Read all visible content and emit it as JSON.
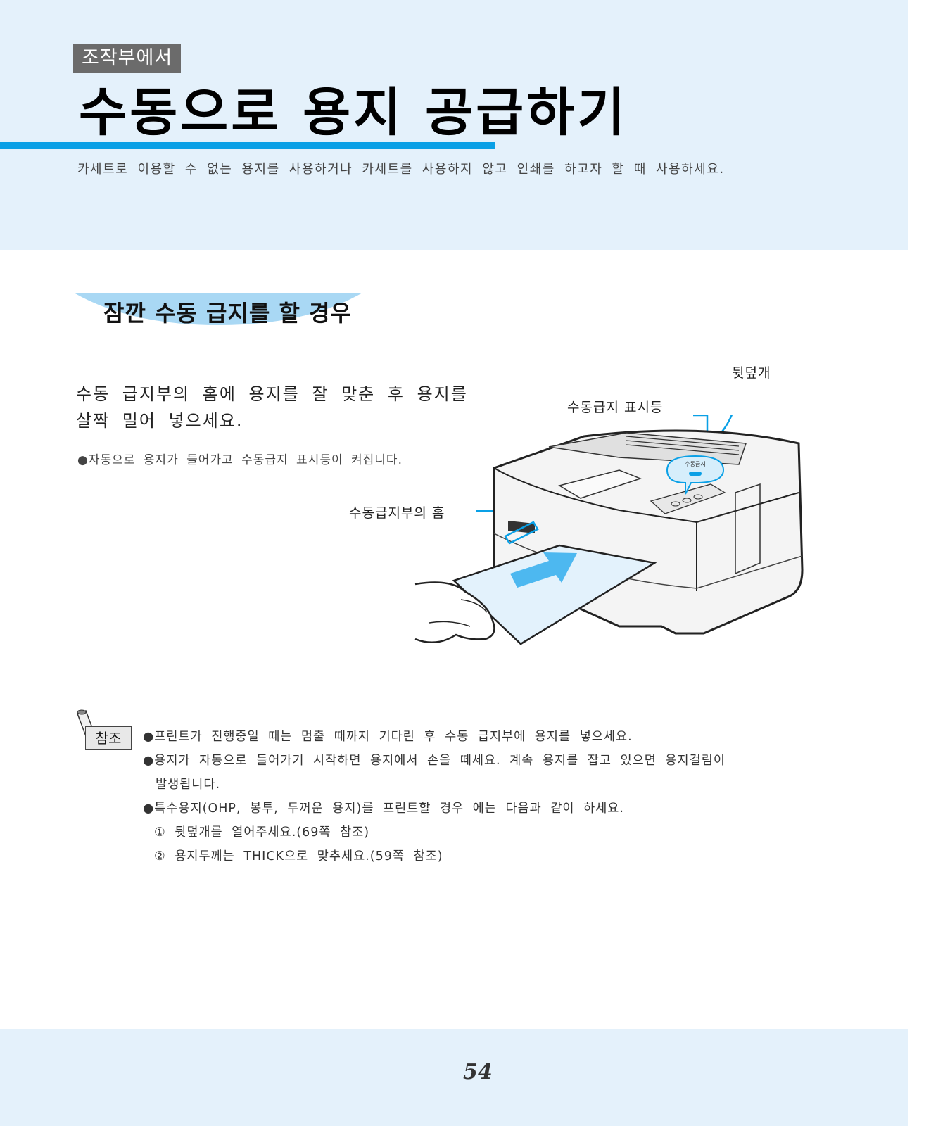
{
  "section_tag": "조작부에서",
  "title": "수동으로 용지 공급하기",
  "subtitle": "카세트로 이용할 수 없는 용지를 사용하거나 카세트를 사용하지 않고 인쇄를 하고자 할 때 사용하세요.",
  "sub_heading": "잠깐 수동 급지를 할 경우",
  "instruction": {
    "line1": "수동 급지부의 홈에 용지를 잘 맞춘 후 용지를",
    "line2": "살짝 밀어 넣으세요."
  },
  "bullet": "●자동으로 용지가 들어가고 수동급지 표시등이 켜집니다.",
  "callouts": {
    "rear_cover": "뒷덮개",
    "indicator": "수동급지 표시등",
    "slot": "수동급지부의 홈",
    "panel_label": "수동급지"
  },
  "note": {
    "label": "참조",
    "lines": [
      "●프린트가 진행중일 때는 멈출 때까지 기다린 후 수동 급지부에 용지를 넣으세요.",
      "●용지가 자동으로 들어가기 시작하면 용지에서 손을 떼세요. 계속 용지를 잡고 있으면 용지걸림이",
      "발생됩니다.",
      "●특수용지(OHP, 봉투, 두꺼운 용지)를 프린트할 경우 에는 다음과 같이 하세요.",
      "① 뒷덮개를 열어주세요.(69쪽 참조)",
      "② 용지두께는 THICK으로 맞추세요.(59쪽 참조)"
    ]
  },
  "page_number": "54",
  "colors": {
    "band": "#e4f1fb",
    "accent": "#0aa0e6",
    "paper": "#e3f2fc",
    "arrow": "#4db8f0"
  }
}
